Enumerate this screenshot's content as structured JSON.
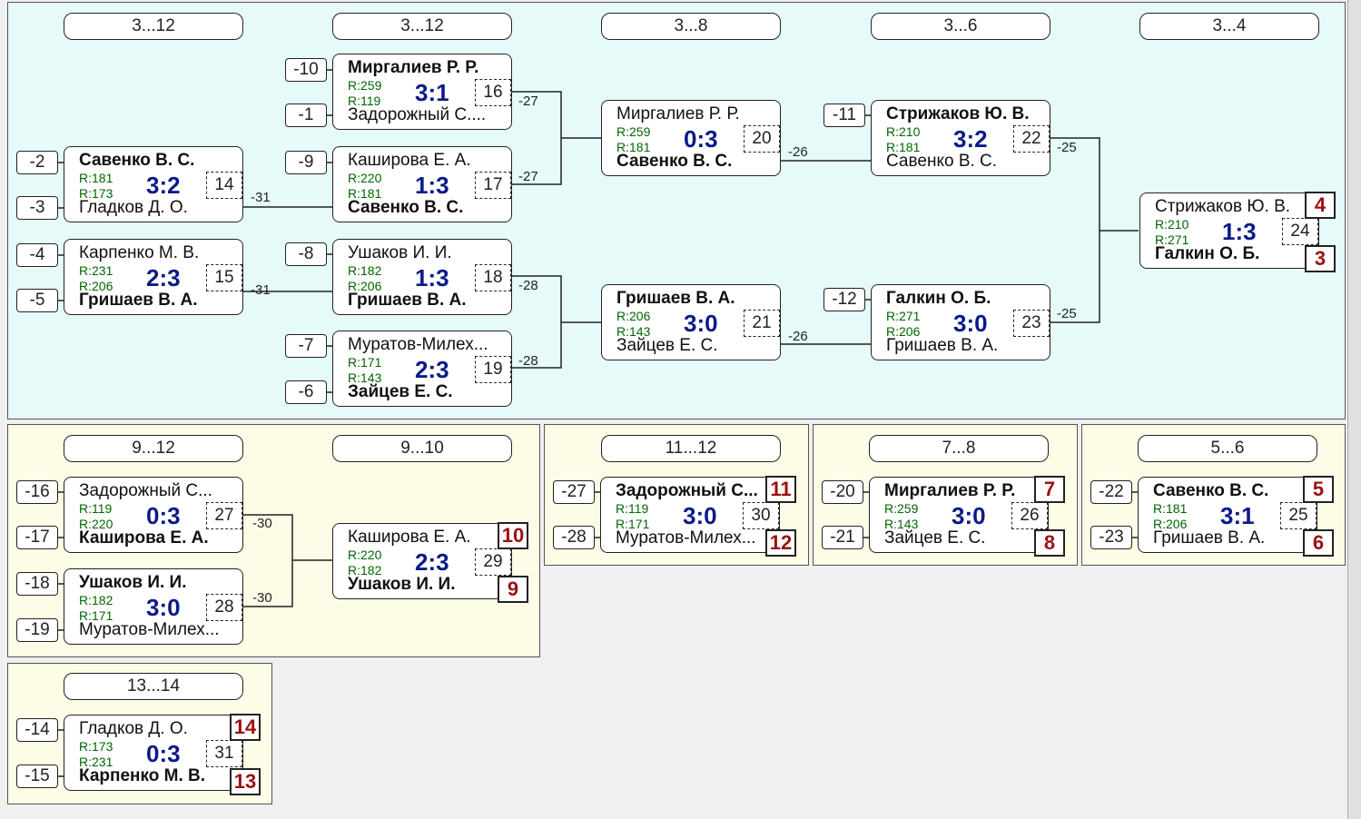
{
  "headers": {
    "h_3_12a": "3...12",
    "h_3_12b": "3...12",
    "h_3_8": "3...8",
    "h_3_6": "3...6",
    "h_3_4": "3...4",
    "h_9_12": "9...12",
    "h_9_10": "9...10",
    "h_11_12": "11...12",
    "h_7_8": "7...8",
    "h_5_6": "5...6",
    "h_13_14": "13...14"
  },
  "seeds": {
    "s1": "-10",
    "s2": "-1",
    "s3": "-9",
    "s4": "-2",
    "s5": "-3",
    "s6": "-4",
    "s7": "-5",
    "s8": "-8",
    "s9": "-7",
    "s10": "-6",
    "s11": "-11",
    "s12": "-12",
    "s13": "-16",
    "s14": "-17",
    "s15": "-18",
    "s16": "-19",
    "s17": "-27",
    "s18": "-28",
    "s19": "-20",
    "s20": "-21",
    "s21": "-22",
    "s22": "-23",
    "s23": "-14",
    "s24": "-15"
  },
  "matches": {
    "m14": {
      "p1": "Савенко В. С.",
      "r1": "R:181",
      "score": "3:2",
      "num": "14",
      "r2": "R:173",
      "p2": "Гладков Д. О."
    },
    "m15": {
      "p1": "Карпенко М. В.",
      "r1": "R:231",
      "score": "2:3",
      "num": "15",
      "r2": "R:206",
      "p2": "Гришаев В. А."
    },
    "m16": {
      "p1": "Миргалиев Р. Р.",
      "r1": "R:259",
      "score": "3:1",
      "num": "16",
      "r2": "R:119",
      "p2": "Задорожный С...."
    },
    "m17": {
      "p1": "Каширова Е. А.",
      "r1": "R:220",
      "score": "1:3",
      "num": "17",
      "r2": "R:181",
      "p2": "Савенко В. С."
    },
    "m18": {
      "p1": "Ушаков И. И.",
      "r1": "R:182",
      "score": "1:3",
      "num": "18",
      "r2": "R:206",
      "p2": "Гришаев В. А."
    },
    "m19": {
      "p1": "Муратов-Милех...",
      "r1": "R:171",
      "score": "2:3",
      "num": "19",
      "r2": "R:143",
      "p2": "Зайцев Е. С."
    },
    "m20": {
      "p1": "Миргалиев Р. Р.",
      "r1": "R:259",
      "score": "0:3",
      "num": "20",
      "r2": "R:181",
      "p2": "Савенко В. С."
    },
    "m21": {
      "p1": "Гришаев В. А.",
      "r1": "R:206",
      "score": "3:0",
      "num": "21",
      "r2": "R:143",
      "p2": "Зайцев Е. С."
    },
    "m22": {
      "p1": "Стрижаков Ю. В.",
      "r1": "R:210",
      "score": "3:2",
      "num": "22",
      "r2": "R:181",
      "p2": "Савенко В. С."
    },
    "m23": {
      "p1": "Галкин О. Б.",
      "r1": "R:271",
      "score": "3:0",
      "num": "23",
      "r2": "R:206",
      "p2": "Гришаев В. А."
    },
    "m24": {
      "p1": "Стрижаков Ю. В.",
      "r1": "R:210",
      "score": "1:3",
      "num": "24",
      "r2": "R:271",
      "p2": "Галкин О. Б."
    },
    "m27": {
      "p1": "Задорожный С...",
      "r1": "R:119",
      "score": "0:3",
      "num": "27",
      "r2": "R:220",
      "p2": "Каширова Е. А."
    },
    "m28": {
      "p1": "Ушаков И. И.",
      "r1": "R:182",
      "score": "3:0",
      "num": "28",
      "r2": "R:171",
      "p2": "Муратов-Милех..."
    },
    "m29": {
      "p1": "Каширова Е. А.",
      "r1": "R:220",
      "score": "2:3",
      "num": "29",
      "r2": "R:182",
      "p2": "Ушаков И. И."
    },
    "m30": {
      "p1": "Задорожный С...",
      "r1": "R:119",
      "score": "3:0",
      "num": "30",
      "r2": "R:171",
      "p2": "Муратов-Милех..."
    },
    "m26": {
      "p1": "Миргалиев Р. Р.",
      "r1": "R:259",
      "score": "3:0",
      "num": "26",
      "r2": "R:143",
      "p2": "Зайцев Е. С."
    },
    "m25": {
      "p1": "Савенко В. С.",
      "r1": "R:181",
      "score": "3:1",
      "num": "25",
      "r2": "R:206",
      "p2": "Гришаев В. А."
    },
    "m31": {
      "p1": "Гладков Д. О.",
      "r1": "R:173",
      "score": "0:3",
      "num": "31",
      "r2": "R:231",
      "p2": "Карпенко М. В."
    }
  },
  "labels": {
    "l1": "-31",
    "l2": "-31",
    "l3": "-27",
    "l4": "-27",
    "l5": "-28",
    "l6": "-28",
    "l7": "-26",
    "l8": "-26",
    "l9": "-25",
    "l10": "-25",
    "l11": "-30",
    "l12": "-30"
  },
  "places": {
    "pl_4": "4",
    "pl_3": "3",
    "pl_10": "10",
    "pl_9": "9",
    "pl_11": "11",
    "pl_12": "12",
    "pl_7": "7",
    "pl_8": "8",
    "pl_5": "5",
    "pl_6": "6",
    "pl_14": "14",
    "pl_13": "13"
  }
}
